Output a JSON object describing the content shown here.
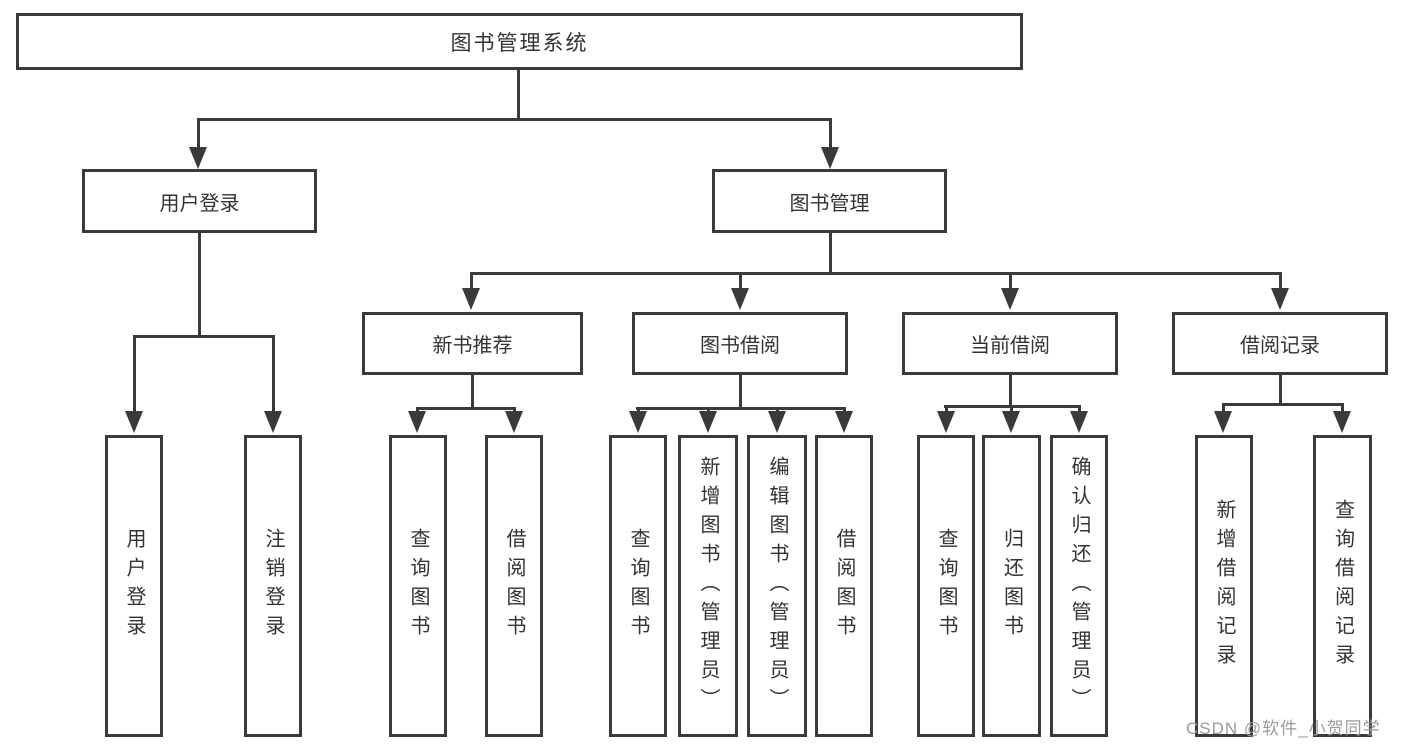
{
  "nodes": {
    "root": {
      "label": "图书管理系统"
    },
    "user_login_branch": {
      "label": "用户登录"
    },
    "book_mgmt_branch": {
      "label": "图书管理"
    },
    "new_book_rec": {
      "label": "新书推荐"
    },
    "book_borrow": {
      "label": "图书借阅"
    },
    "current_borrow": {
      "label": "当前借阅"
    },
    "borrow_records": {
      "label": "借阅记录"
    },
    "leaf_user_login": {
      "label": "用户登录"
    },
    "leaf_logout": {
      "label": "注销登录"
    },
    "leaf_query_book_rec": {
      "label": "查询图书"
    },
    "leaf_borrow_book_rec": {
      "label": "借阅图书"
    },
    "leaf_query_book_borrow": {
      "label": "查询图书"
    },
    "leaf_add_book_admin": {
      "label": "新增图书（管理员）"
    },
    "leaf_edit_book_admin": {
      "label": "编辑图书（管理员）"
    },
    "leaf_borrow_book_borrow": {
      "label": "借阅图书"
    },
    "leaf_query_book_current": {
      "label": "查询图书"
    },
    "leaf_return_book": {
      "label": "归还图书"
    },
    "leaf_confirm_return_admin": {
      "label": "确认归还（管理员）"
    },
    "leaf_add_borrow_record": {
      "label": "新增借阅记录"
    },
    "leaf_query_borrow_record": {
      "label": "查询借阅记录"
    }
  },
  "watermark": {
    "text": "CSDN @软件_小贺同学"
  },
  "colors": {
    "line": "#3a3a3a",
    "box_border": "#3a3a3a",
    "text": "#333333",
    "background": "#ffffff",
    "watermark": "#9b9b9b"
  }
}
